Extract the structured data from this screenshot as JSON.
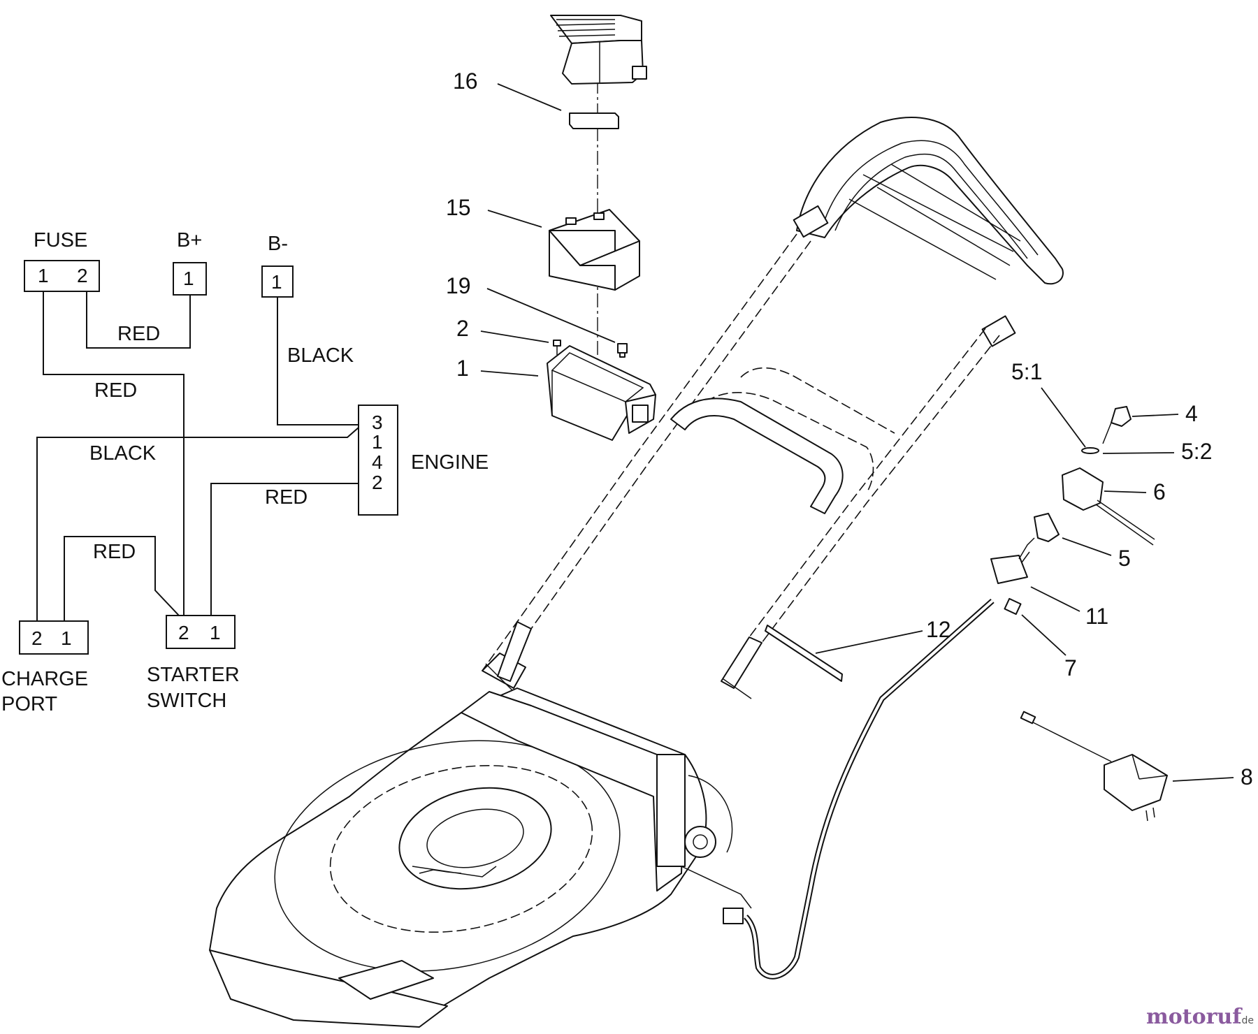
{
  "schematic": {
    "fuse": {
      "title": "FUSE",
      "pins": [
        "1",
        "2"
      ]
    },
    "b_plus": {
      "title": "B+",
      "pins": [
        "1"
      ]
    },
    "b_minus": {
      "title": "B-",
      "pins": [
        "1"
      ]
    },
    "engine": {
      "title": "ENGINE",
      "pins": [
        "3",
        "1",
        "4",
        "2"
      ]
    },
    "charge_port": {
      "title_line1": "CHARGE",
      "title_line2": "PORT",
      "pins": [
        "2",
        "1"
      ]
    },
    "starter_switch": {
      "title_line1": "STARTER",
      "title_line2": "SWITCH",
      "pins": [
        "2",
        "1"
      ]
    },
    "wires": [
      {
        "label": "RED"
      },
      {
        "label": "RED"
      },
      {
        "label": "BLACK"
      },
      {
        "label": "BLACK"
      },
      {
        "label": "RED"
      },
      {
        "label": "RED"
      }
    ]
  },
  "callouts": [
    {
      "label": "16"
    },
    {
      "label": "15"
    },
    {
      "label": "19"
    },
    {
      "label": "2"
    },
    {
      "label": "1"
    },
    {
      "label": "5:1"
    },
    {
      "label": "4"
    },
    {
      "label": "5:2"
    },
    {
      "label": "6"
    },
    {
      "label": "5"
    },
    {
      "label": "11"
    },
    {
      "label": "7"
    },
    {
      "label": "12"
    },
    {
      "label": "8"
    }
  ],
  "watermark": {
    "text": "motoruf",
    "suffix": ".de"
  },
  "colors": {
    "ink": "#111111",
    "background": "#ffffff",
    "watermark_main": "#8a5a9e",
    "watermark_dot": "#e0a020"
  }
}
